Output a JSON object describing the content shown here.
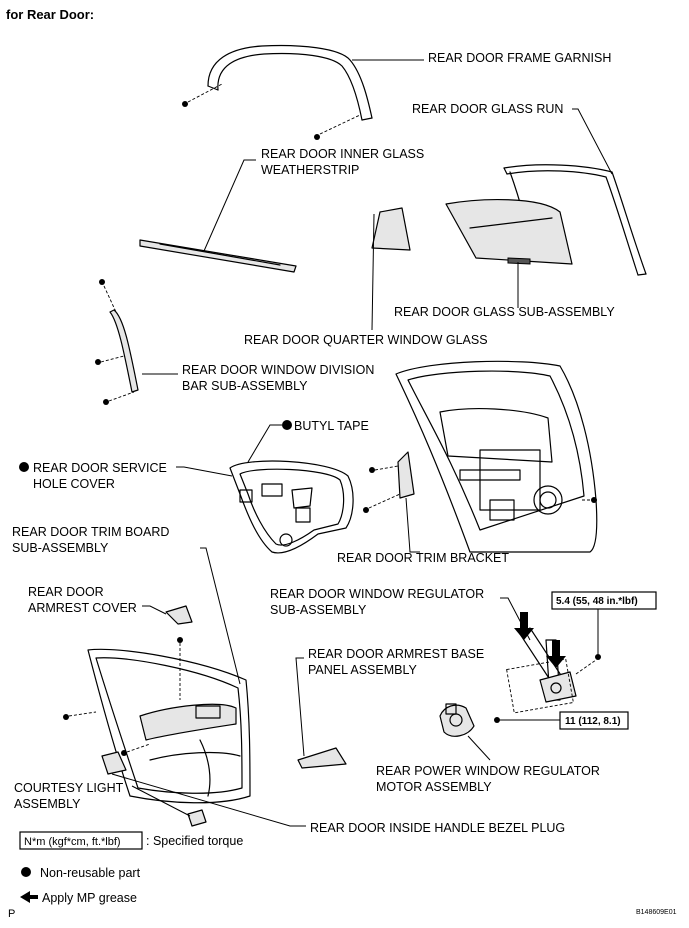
{
  "title": "for Rear Door:",
  "labels": {
    "frame_garnish": "REAR DOOR FRAME GARNISH",
    "glass_run": "REAR DOOR GLASS RUN",
    "inner_weatherstrip_1": "REAR DOOR INNER GLASS",
    "inner_weatherstrip_2": "WEATHERSTRIP",
    "glass_sub_assembly": "REAR DOOR GLASS SUB-ASSEMBLY",
    "quarter_window_glass": "REAR DOOR QUARTER WINDOW GLASS",
    "division_bar_1": "REAR DOOR WINDOW DIVISION",
    "division_bar_2": "BAR SUB-ASSEMBLY",
    "butyl_tape": "BUTYL TAPE",
    "service_hole_cover_1": "REAR DOOR SERVICE",
    "service_hole_cover_2": "HOLE COVER",
    "trim_board_1": "REAR DOOR TRIM BOARD",
    "trim_board_2": "SUB-ASSEMBLY",
    "trim_bracket": "REAR DOOR TRIM BRACKET",
    "regulator_1": "REAR DOOR WINDOW REGULATOR",
    "regulator_2": "SUB-ASSEMBLY",
    "armrest_cover_1": "REAR DOOR",
    "armrest_cover_2": "ARMREST COVER",
    "armrest_base_1": "REAR DOOR ARMREST BASE",
    "armrest_base_2": "PANEL ASSEMBLY",
    "motor_1": "REAR POWER WINDOW REGULATOR",
    "motor_2": "MOTOR ASSEMBLY",
    "courtesy_light_1": "COURTESY LIGHT",
    "courtesy_light_2": "ASSEMBLY",
    "handle_bezel_plug": "REAR DOOR INSIDE HANDLE BEZEL PLUG"
  },
  "torque": {
    "regulator_bolt": "5.4 (55, 48 in.*lbf)",
    "motor_bolt": "11 (112, 8.1)"
  },
  "legend": {
    "torque_box": "N*m (kgf*cm, ft.*lbf)",
    "torque_text": ": Specified torque",
    "non_reusable": "Non-reusable part",
    "mp_grease": "Apply MP grease"
  },
  "footer": {
    "left": "P",
    "code": "B148609E01"
  }
}
